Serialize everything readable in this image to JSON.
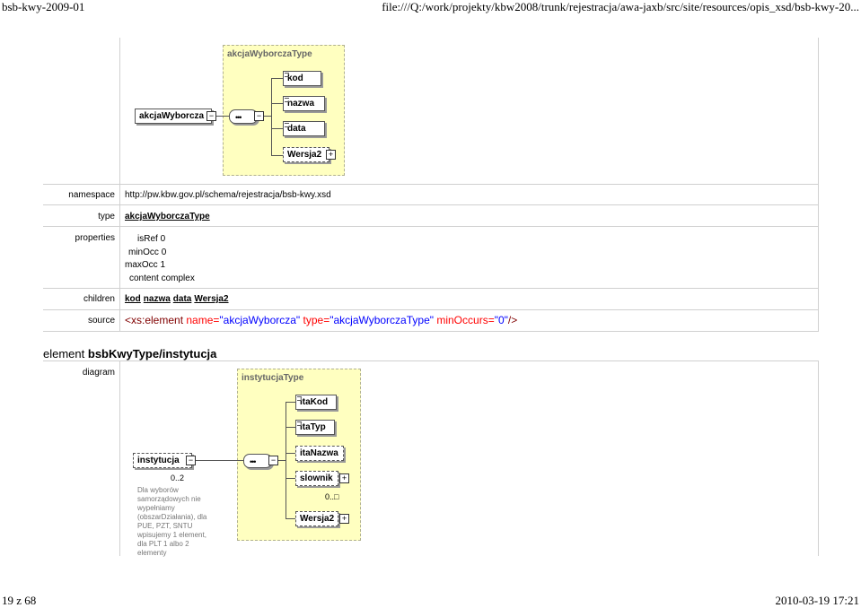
{
  "header": {
    "left": "bsb-kwy-2009-01",
    "right": "file:///Q:/work/projekty/kbw2008/trunk/rejestracja/awa-jaxb/src/site/resources/opis_xsd/bsb-kwy-20..."
  },
  "footer": {
    "left": "19 z 68",
    "right": "2010-03-19 17:21"
  },
  "element1": {
    "diagram": {
      "element_name": "akcjaWyborcza",
      "type_name": "akcjaWyborczaType",
      "children": [
        "kod",
        "nazwa",
        "data",
        "Wersja2"
      ]
    },
    "labels": {
      "namespace": "namespace",
      "type": "type",
      "properties": "properties",
      "children": "children",
      "source": "source"
    },
    "namespace": "http://pw.kbw.gov.pl/schema/rejestracja/bsb-kwy.xsd",
    "type": "akcjaWyborczaType",
    "properties": [
      {
        "name": "isRef",
        "value": "0"
      },
      {
        "name": "minOcc",
        "value": "0"
      },
      {
        "name": "maxOcc",
        "value": "1"
      },
      {
        "name": "content",
        "value": "complex"
      }
    ],
    "children": [
      "kod",
      "nazwa",
      "data",
      "Wersja2"
    ],
    "source": {
      "open": "<xs:element ",
      "attr1": "name=",
      "val1": "\"akcjaWyborcza\"",
      "attr2": " type=",
      "val2": "\"akcjaWyborczaType\"",
      "attr3": " minOccurs=",
      "val3": "\"0\"",
      "close": "/>"
    }
  },
  "element2": {
    "title_prefix": "element ",
    "title_name": "bsbKwyType/instytucja",
    "diagram_label": "diagram",
    "diagram": {
      "element_name": "instytucja",
      "occurs": "0..2",
      "note": "Dla wyborów samorządowych nie wypełniamy (obszarDziałania), dla PUE, PZT, SNTU wpisujemy 1 element, dla PLT 1 albo 2 elementy",
      "type_name": "instytucjaType",
      "children": [
        "itaKod",
        "itaTyp",
        "itaNazwa",
        "slownik",
        "Wersja2"
      ],
      "slownik_occurs": "0..□"
    }
  }
}
